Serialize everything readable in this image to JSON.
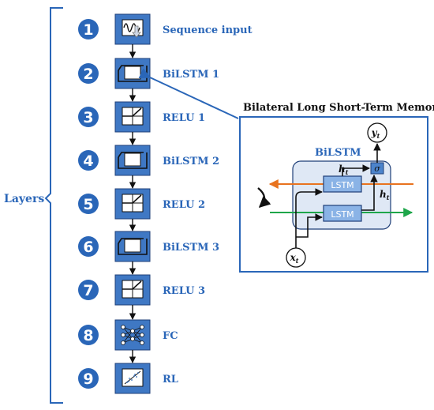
{
  "colors": {
    "primary_blue": "#2a66b8",
    "box_blue": "#3f78c4",
    "dark_blue": "#1f3f78",
    "light_panel": "#dfe8f5",
    "lstm_fill": "#8ab3e6",
    "orange": "#e8731f",
    "green": "#1ea64a"
  },
  "brace_label": "Layers",
  "layers": [
    {
      "number": "1",
      "label": "Sequence input",
      "icon": "wave-icon"
    },
    {
      "number": "2",
      "label": "BiLSTM 1",
      "icon": "bilstm-icon"
    },
    {
      "number": "3",
      "label": "RELU 1",
      "icon": "relu-icon"
    },
    {
      "number": "4",
      "label": "BiLSTM 2",
      "icon": "bilstm-icon"
    },
    {
      "number": "5",
      "label": "RELU 2",
      "icon": "relu-icon"
    },
    {
      "number": "6",
      "label": "BiLSTM 3",
      "icon": "bilstm-icon"
    },
    {
      "number": "7",
      "label": "RELU 3",
      "icon": "relu-icon"
    },
    {
      "number": "8",
      "label": "FC",
      "icon": "fc-network-icon"
    },
    {
      "number": "9",
      "label": "RL",
      "icon": "regression-icon"
    }
  ],
  "detail": {
    "title": "Bilateral Long Short-Term Memory",
    "block_label": "BiLSTM",
    "cell_label": "LSTM",
    "cell_label_2": "LSTM",
    "sigma": "σ",
    "input_main": "x",
    "input_sub": "t",
    "output_main": "y",
    "output_sub": "t",
    "hidden_main": "h",
    "hidden_sub": "t",
    "hidden2_main": "h",
    "hidden2_sub": "t"
  }
}
